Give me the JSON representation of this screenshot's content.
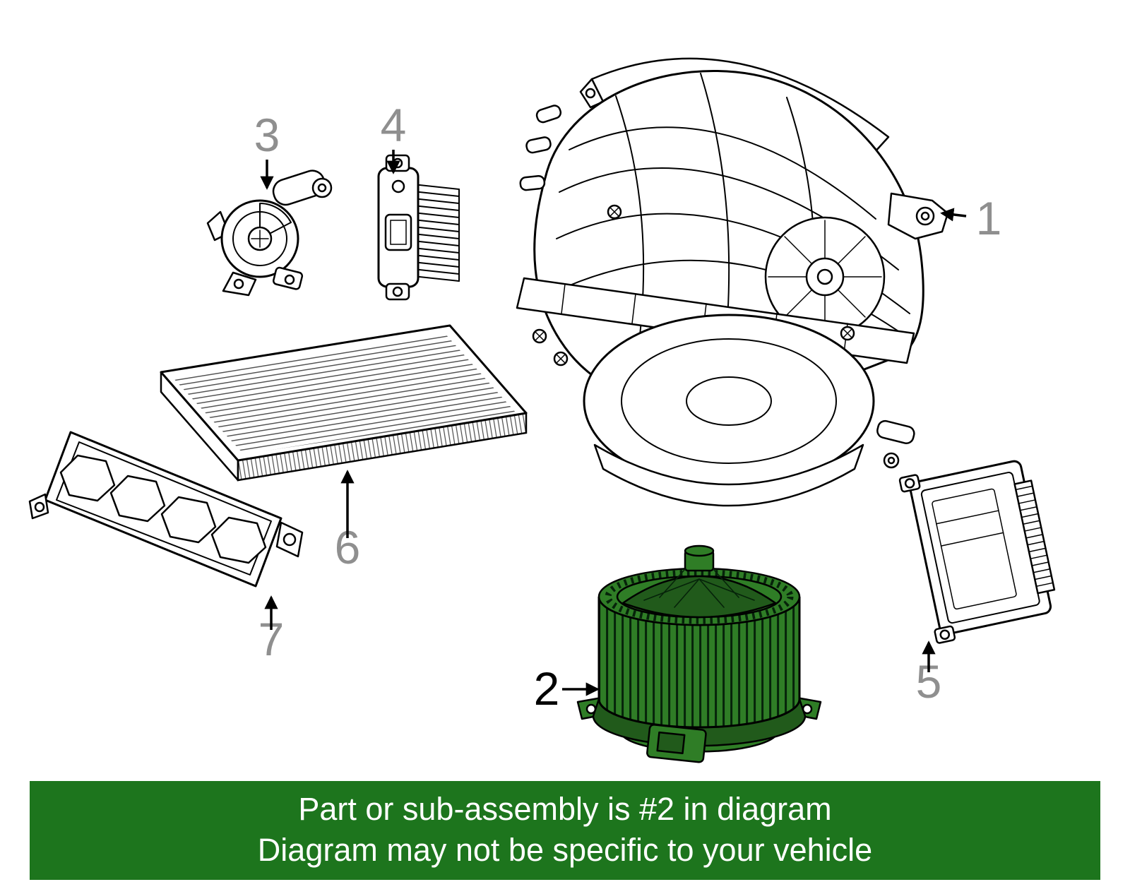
{
  "callouts": {
    "c1": {
      "label": "1"
    },
    "c2": {
      "label": "2"
    },
    "c3": {
      "label": "3"
    },
    "c4": {
      "label": "4"
    },
    "c5": {
      "label": "5"
    },
    "c6": {
      "label": "6"
    },
    "c7": {
      "label": "7"
    }
  },
  "highlighted_part": "2",
  "banner": {
    "line1": "Part or sub-assembly is #2 in diagram",
    "line2": "Diagram may not be specific to your vehicle"
  },
  "colors": {
    "banner_background": "#1d751d",
    "banner_text": "#ffffff",
    "highlight_green": "#2f7d26",
    "highlight_green_dark": "#215a1b",
    "callout_gray": "#8f8f8f",
    "line_black": "#000000",
    "background": "#ffffff"
  }
}
